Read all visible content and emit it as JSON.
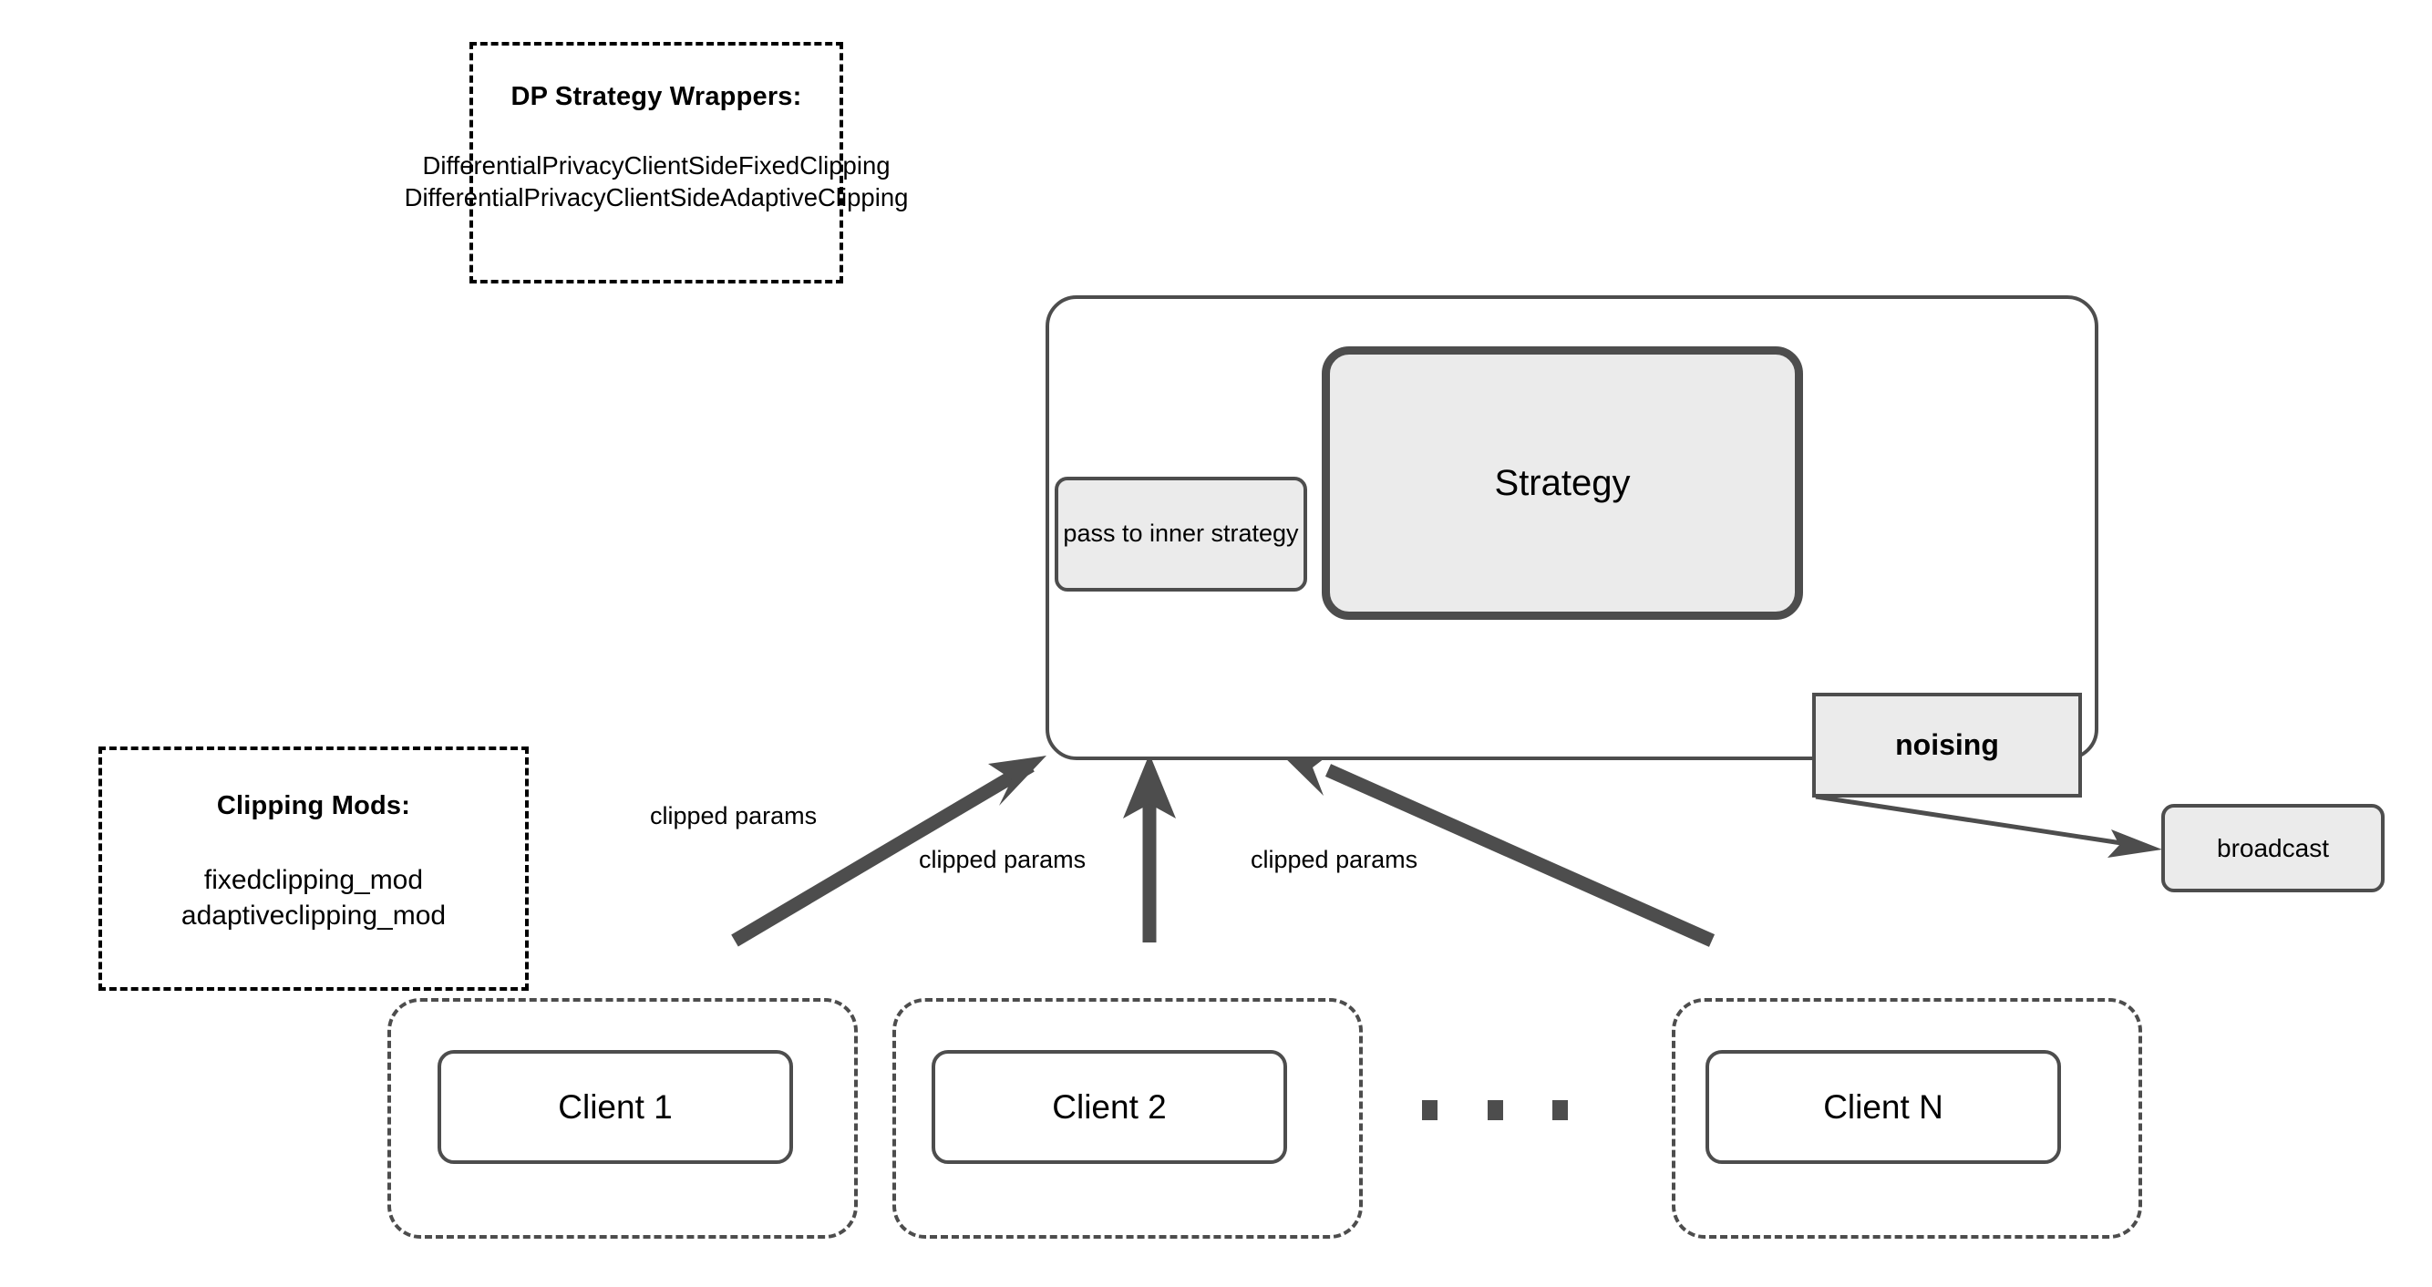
{
  "diagram": {
    "title": "Flower DP strategy wrapper architecture",
    "colors": {
      "node_fill": "#ebebeb",
      "node_border": "#4d4d4d",
      "legend_border": "#000000",
      "client_fill": "#ffffff",
      "arrow_thick": "#4d4d4d",
      "arrow_thin": "#4d4d4d",
      "background": "#ffffff"
    }
  },
  "legend": {
    "dp_wrappers": {
      "title": "DP Strategy Wrappers:",
      "items": [
        "DifferentialPrivacyClientSideFixedClipping",
        "DifferentialPrivacyClientSideAdaptiveClipping"
      ]
    },
    "clipping_mods": {
      "title": "Clipping Mods:",
      "items": [
        "fixedclipping_mod",
        "adaptiveclipping_mod"
      ]
    }
  },
  "server": {
    "pass_to_inner": "pass to inner strategy",
    "strategy": "Strategy",
    "noising": "noising",
    "broadcast": "broadcast"
  },
  "clients": {
    "items": [
      {
        "label": "Client 1"
      },
      {
        "label": "Client 2"
      },
      {
        "label": "Client N"
      }
    ],
    "ellipsis": "..."
  },
  "edges": {
    "clipped_params_1": "clipped params",
    "clipped_params_2": "clipped params",
    "clipped_params_3": "clipped params"
  }
}
